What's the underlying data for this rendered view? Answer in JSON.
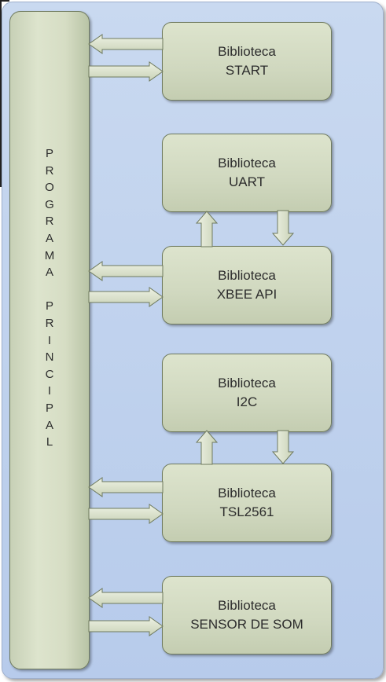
{
  "main_program": {
    "label_line1": [
      "P",
      "R",
      "O",
      "G",
      "R",
      "A",
      "M",
      "A"
    ],
    "label_line2": [
      "P",
      "R",
      "I",
      "N",
      "C",
      "I",
      "P",
      "A",
      "L"
    ]
  },
  "libraries": [
    {
      "line1": "Biblioteca",
      "line2": "START"
    },
    {
      "line1": "Biblioteca",
      "line2": "UART"
    },
    {
      "line1": "Biblioteca",
      "line2": "XBEE API"
    },
    {
      "line1": "Biblioteca",
      "line2": "I2C"
    },
    {
      "line1": "Biblioteca",
      "line2": "TSL2561"
    },
    {
      "line1": "Biblioteca",
      "line2": "SENSOR DE SOM"
    }
  ],
  "colors": {
    "background": "#c1d3ee",
    "block_fill": "#d3dbc3",
    "block_border": "#6f7a5e",
    "arrow_fill": "#dfe6d0"
  }
}
